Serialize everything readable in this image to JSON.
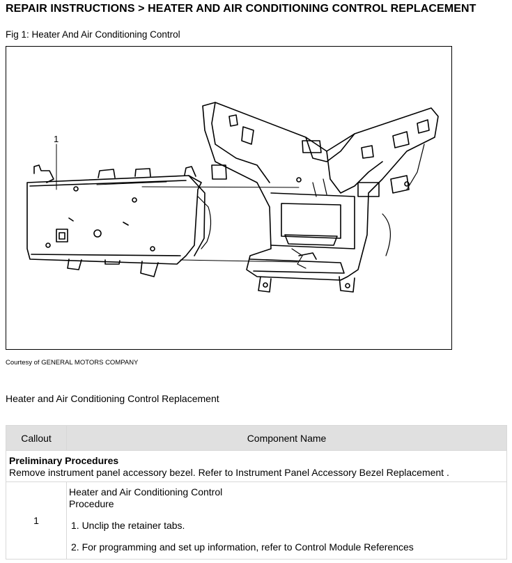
{
  "page": {
    "title": "REPAIR INSTRUCTIONS > HEATER AND AIR CONDITIONING CONTROL REPLACEMENT",
    "fig_caption": "Fig 1: Heater And Air Conditioning Control",
    "figure_callout_label": "1",
    "courtesy": "Courtesy of GENERAL MOTORS COMPANY",
    "section_title": "Heater and Air Conditioning Control Replacement"
  },
  "table": {
    "headers": {
      "callout": "Callout",
      "component": "Component Name"
    },
    "preliminary": {
      "heading": "Preliminary Procedures",
      "text": "Remove instrument panel accessory bezel. Refer to Instrument Panel Accessory Bezel Replacement ."
    },
    "rows": [
      {
        "callout": "1",
        "component": "Heater and Air Conditioning Control",
        "procedure_label": "Procedure",
        "steps": [
          "1. Unclip the retainer tabs.",
          "2. For programming and set up information, refer to Control Module References"
        ]
      }
    ]
  }
}
